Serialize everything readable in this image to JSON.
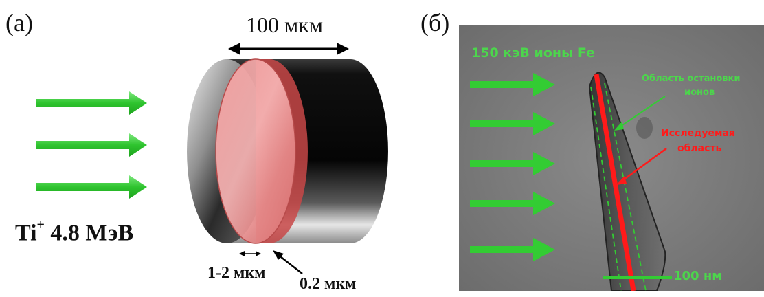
{
  "panel_a": {
    "label": "(a)",
    "ion_species": "Ti",
    "ion_charge": "+",
    "ion_energy": "4.8 МэВ",
    "length_label": "100 мкм",
    "depth_label": "1-2 мкм",
    "layer_label": "0.2 мкм"
  },
  "panel_b": {
    "label": "(б)",
    "beam_label": "150 кэВ ионы Fe",
    "stopping_region_label_line1": "Область остановки",
    "stopping_region_label_line2": "ионов",
    "studied_region_label_line1": "Исследуемая",
    "studied_region_label_line2": "область",
    "scale_bar_label": "100 нм"
  },
  "colors": {
    "arrow_green": "#33cc33",
    "beam_text_green": "#4cd64c",
    "studied_red": "#ff1a1a",
    "irradiated_layer": "#e06b6b",
    "micrograph_bg": "#7f7f7f"
  },
  "icons": [
    "arrow-right-icon",
    "double-arrow-icon"
  ]
}
